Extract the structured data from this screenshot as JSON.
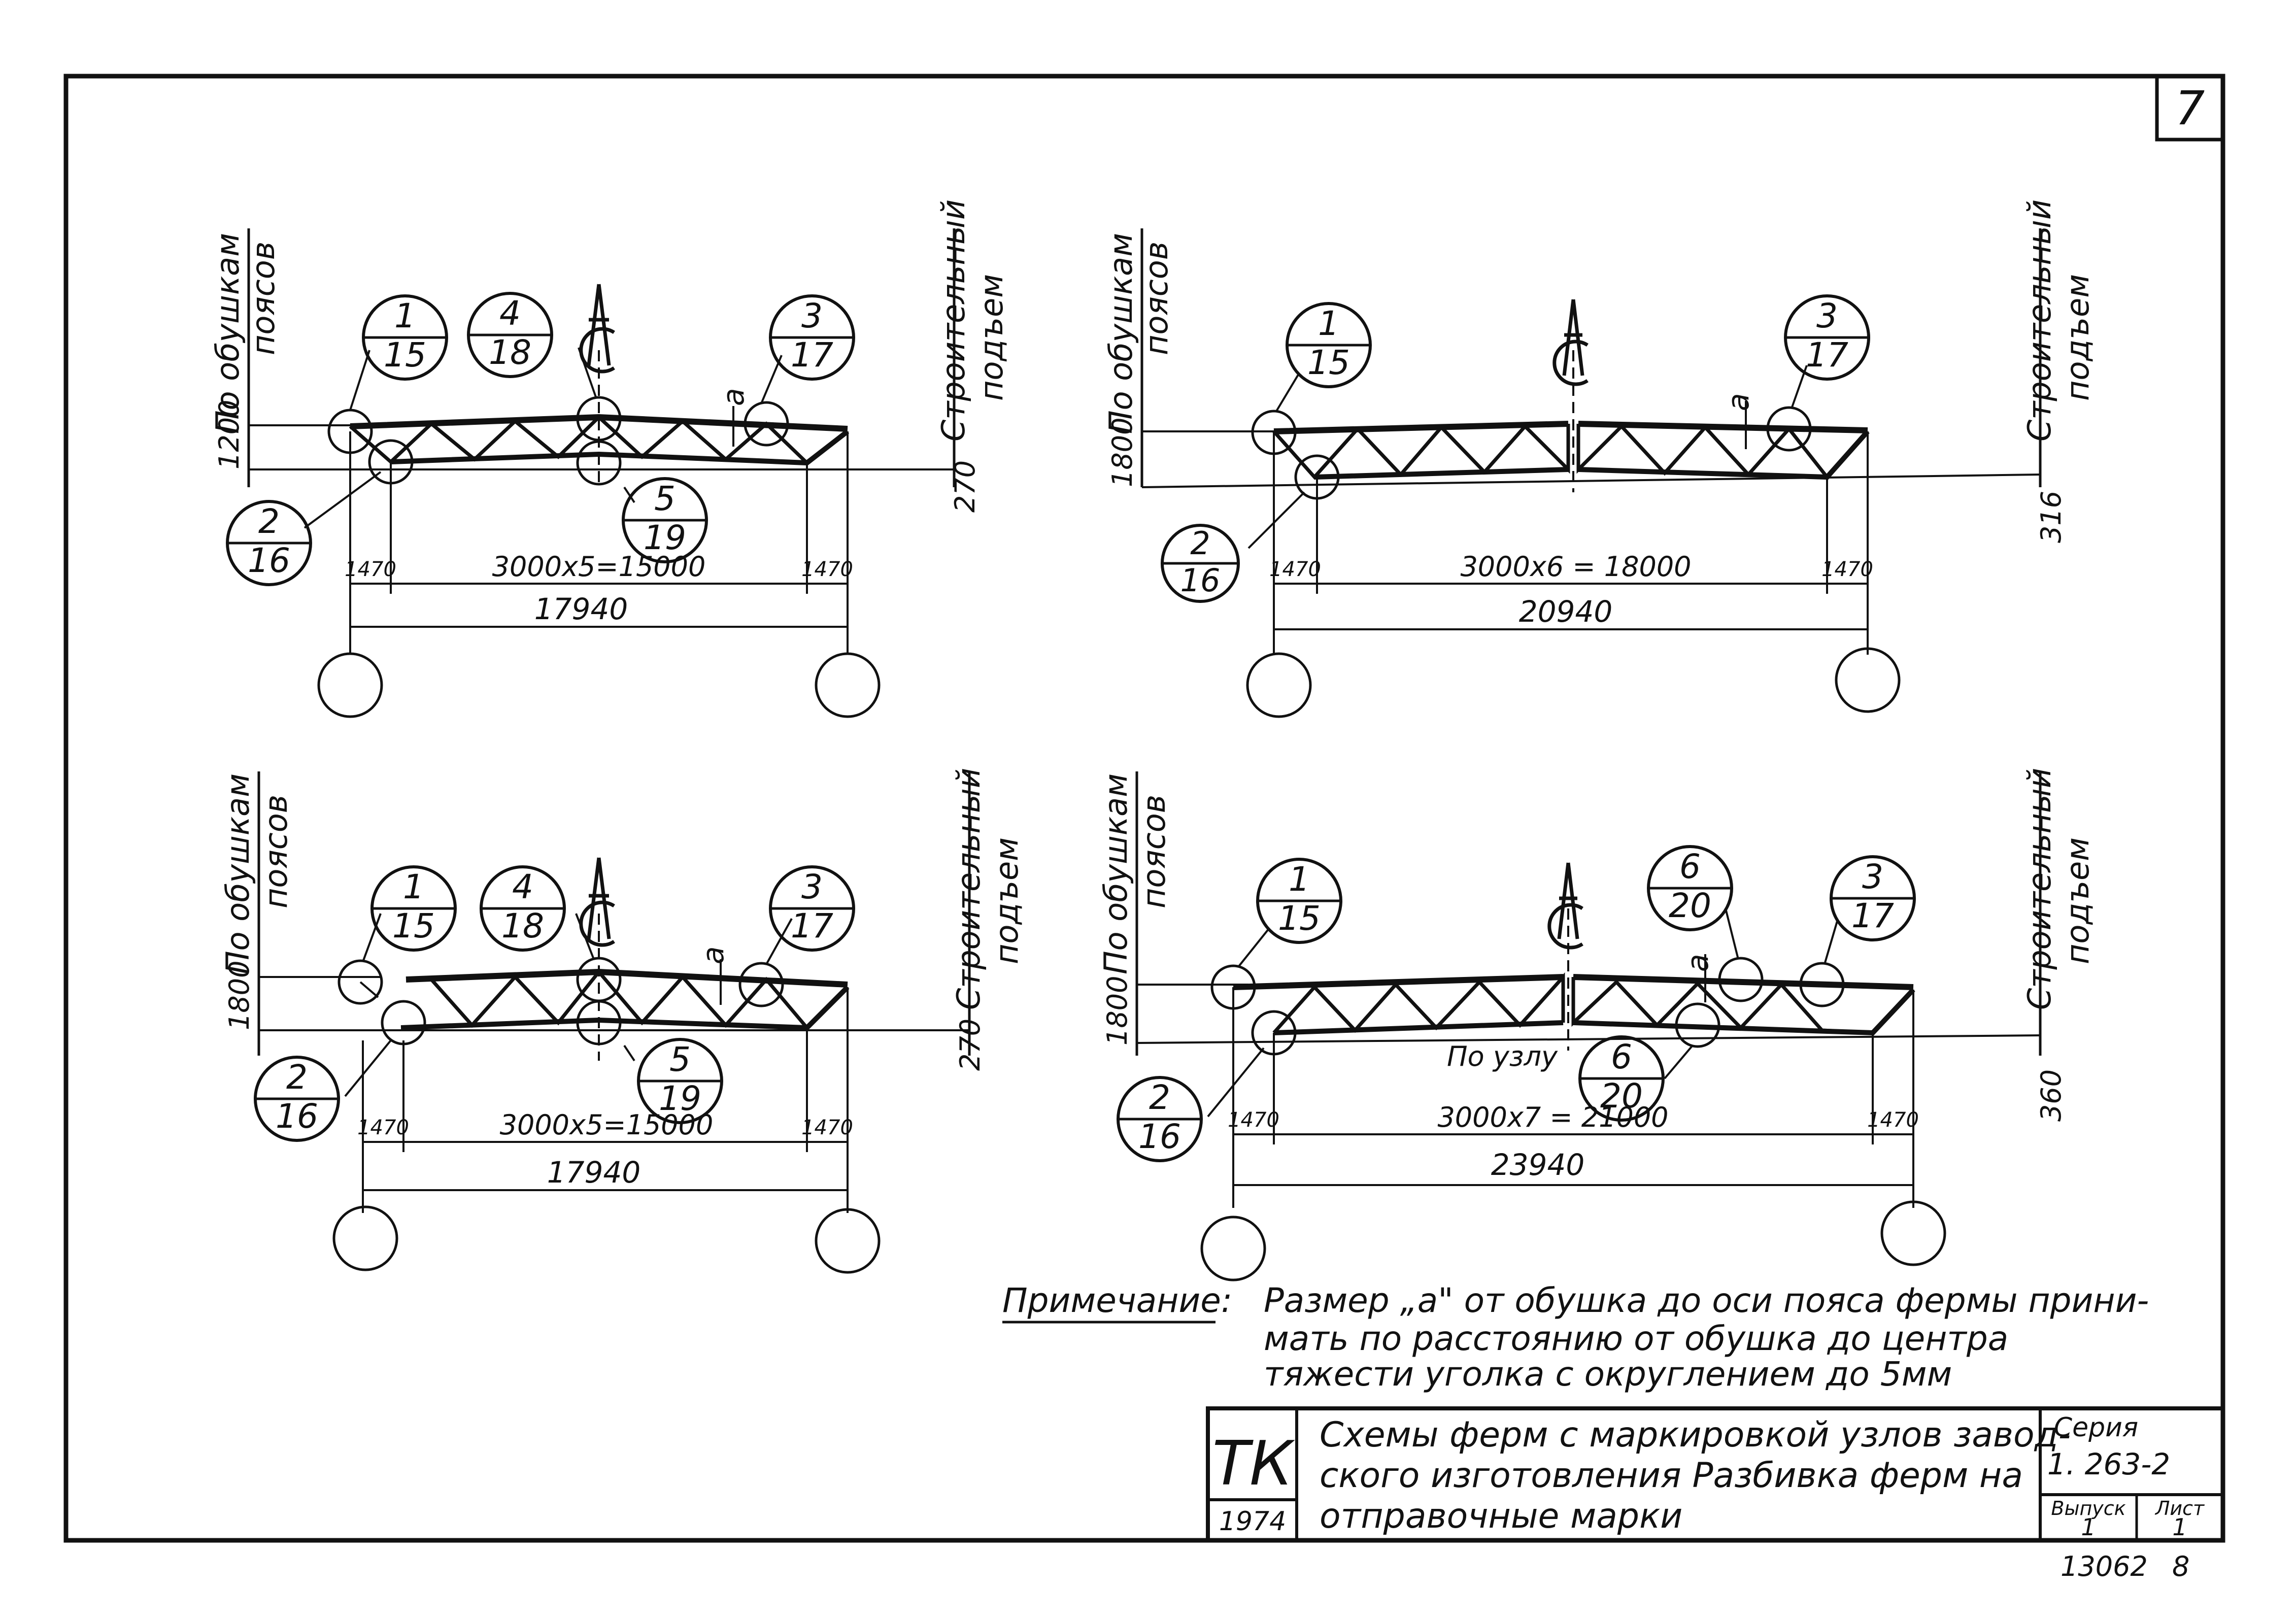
{
  "sheet": {
    "number": "7",
    "note_label": "Примечание:",
    "note_lines": [
      "Размер „a\" от обушка до оси пояса фермы прини-",
      "мать по расстоянию от обушка до центра",
      "тяжести уголка с округлением до 5мм"
    ],
    "footer_code": "13062",
    "footer_page": "8"
  },
  "title_block": {
    "org": "ТК",
    "year": "1974",
    "title_lines": [
      "Схемы ферм с маркировкой узлов завод-",
      "ского изготовления Разбивка ферм на",
      "отправочные марки"
    ],
    "series_label": "Серия",
    "series_value": "1. 263-2",
    "issue_label": "Выпуск",
    "issue_value": "1",
    "sheet_label": "Лист",
    "sheet_value": "1"
  },
  "trusses": [
    {
      "id": "a",
      "left_label_1": "По обушкам",
      "left_label_2": "поясов",
      "right_label_1": "Строительный",
      "right_label_2": "подъем",
      "height": "1200",
      "camber": "270",
      "dim_a": "a",
      "panel_dim": "3000x5=15000",
      "end_left": "1470",
      "end_right": "1470",
      "span": "17940",
      "node_text": "",
      "markers": [
        {
          "top": "1",
          "bottom": "15"
        },
        {
          "top": "4",
          "bottom": "18"
        },
        {
          "top": "3",
          "bottom": "17"
        },
        {
          "top": "2",
          "bottom": "16"
        },
        {
          "top": "5",
          "bottom": "19"
        }
      ]
    },
    {
      "id": "b",
      "left_label_1": "По обушкам",
      "left_label_2": "поясов",
      "right_label_1": "Строительный",
      "right_label_2": "подъем",
      "height": "1800",
      "camber": "316",
      "dim_a": "a",
      "panel_dim": "3000x6 = 18000",
      "end_left": "1470",
      "end_right": "1470",
      "span": "20940",
      "node_text": "",
      "markers": [
        {
          "top": "1",
          "bottom": "15"
        },
        {
          "top": "3",
          "bottom": "17"
        },
        {
          "top": "2",
          "bottom": "16"
        }
      ]
    },
    {
      "id": "c",
      "left_label_1": "По обушкам",
      "left_label_2": "поясов",
      "right_label_1": "Строительный",
      "right_label_2": "подъем",
      "height": "1800",
      "camber": "270",
      "dim_a": "a",
      "panel_dim": "3000x5=15000",
      "end_left": "1470",
      "end_right": "1470",
      "span": "17940",
      "node_text": "",
      "markers": [
        {
          "top": "1",
          "bottom": "15"
        },
        {
          "top": "4",
          "bottom": "18"
        },
        {
          "top": "3",
          "bottom": "17"
        },
        {
          "top": "2",
          "bottom": "16"
        },
        {
          "top": "5",
          "bottom": "19"
        }
      ]
    },
    {
      "id": "d",
      "left_label_1": "По обушкам",
      "left_label_2": "поясов",
      "right_label_1": "Строительный",
      "right_label_2": "подъем",
      "height": "1800",
      "camber": "360",
      "dim_a": "a",
      "panel_dim": "3000x7 = 21000",
      "end_left": "1470",
      "end_right": "1470",
      "span": "23940",
      "node_text": "По узлу",
      "markers": [
        {
          "top": "1",
          "bottom": "15"
        },
        {
          "top": "6",
          "bottom": "20"
        },
        {
          "top": "3",
          "bottom": "17"
        },
        {
          "top": "2",
          "bottom": "16"
        },
        {
          "top": "6",
          "bottom": "20"
        }
      ]
    }
  ]
}
